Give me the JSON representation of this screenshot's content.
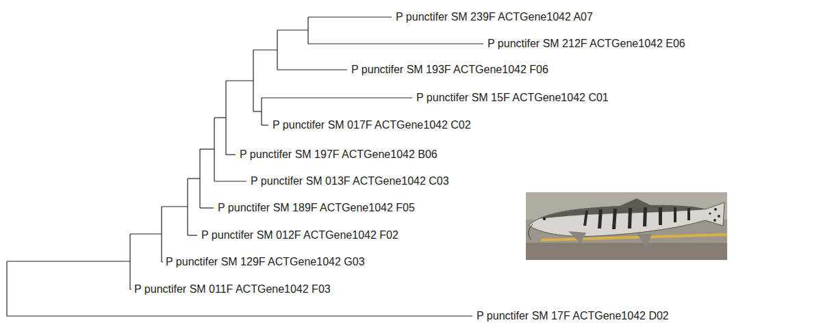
{
  "diagram": {
    "labels": [
      "P punctifer SM 239F ACTGene1042 A07",
      "P punctifer SM 212F ACTGene1042 E06",
      "P punctifer SM 193F ACTGene1042 F06",
      "P punctifer SM 15F ACTGene1042 C01",
      "P punctifer SM 017F ACTGene1042 C02",
      "P punctifer SM 197F ACTGene1042 B06",
      "P punctifer SM 013F ACTGene1042 C03",
      "P punctifer SM 189F ACTGene1042 F05",
      "P punctifer SM 012F ACTGene1042 F02",
      "P punctifer SM 129F ACTGene1042 G03",
      "P punctifer SM 011F ACTGene1042 F03",
      "P punctifer SM 17F ACTGene1042 D02"
    ]
  }
}
